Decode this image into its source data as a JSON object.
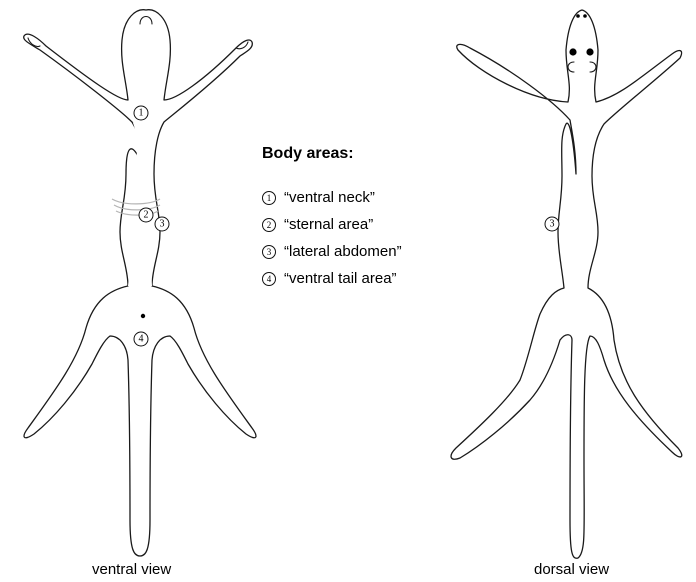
{
  "legend": {
    "title": "Body areas:",
    "items": [
      {
        "number": "1",
        "label": "“ventral neck”"
      },
      {
        "number": "2",
        "label": "“sternal area”"
      },
      {
        "number": "3",
        "label": "“lateral abdomen”"
      },
      {
        "number": "4",
        "label": "“ventral tail area”"
      }
    ]
  },
  "views": [
    {
      "caption": "ventral view",
      "markers": [
        "1",
        "2",
        "3",
        "4"
      ]
    },
    {
      "caption": "dorsal view",
      "markers": [
        "3"
      ]
    }
  ],
  "colors": {
    "outline": "#1a1a1a",
    "rib_lines": "#b5b5b5",
    "background": "#ffffff"
  }
}
